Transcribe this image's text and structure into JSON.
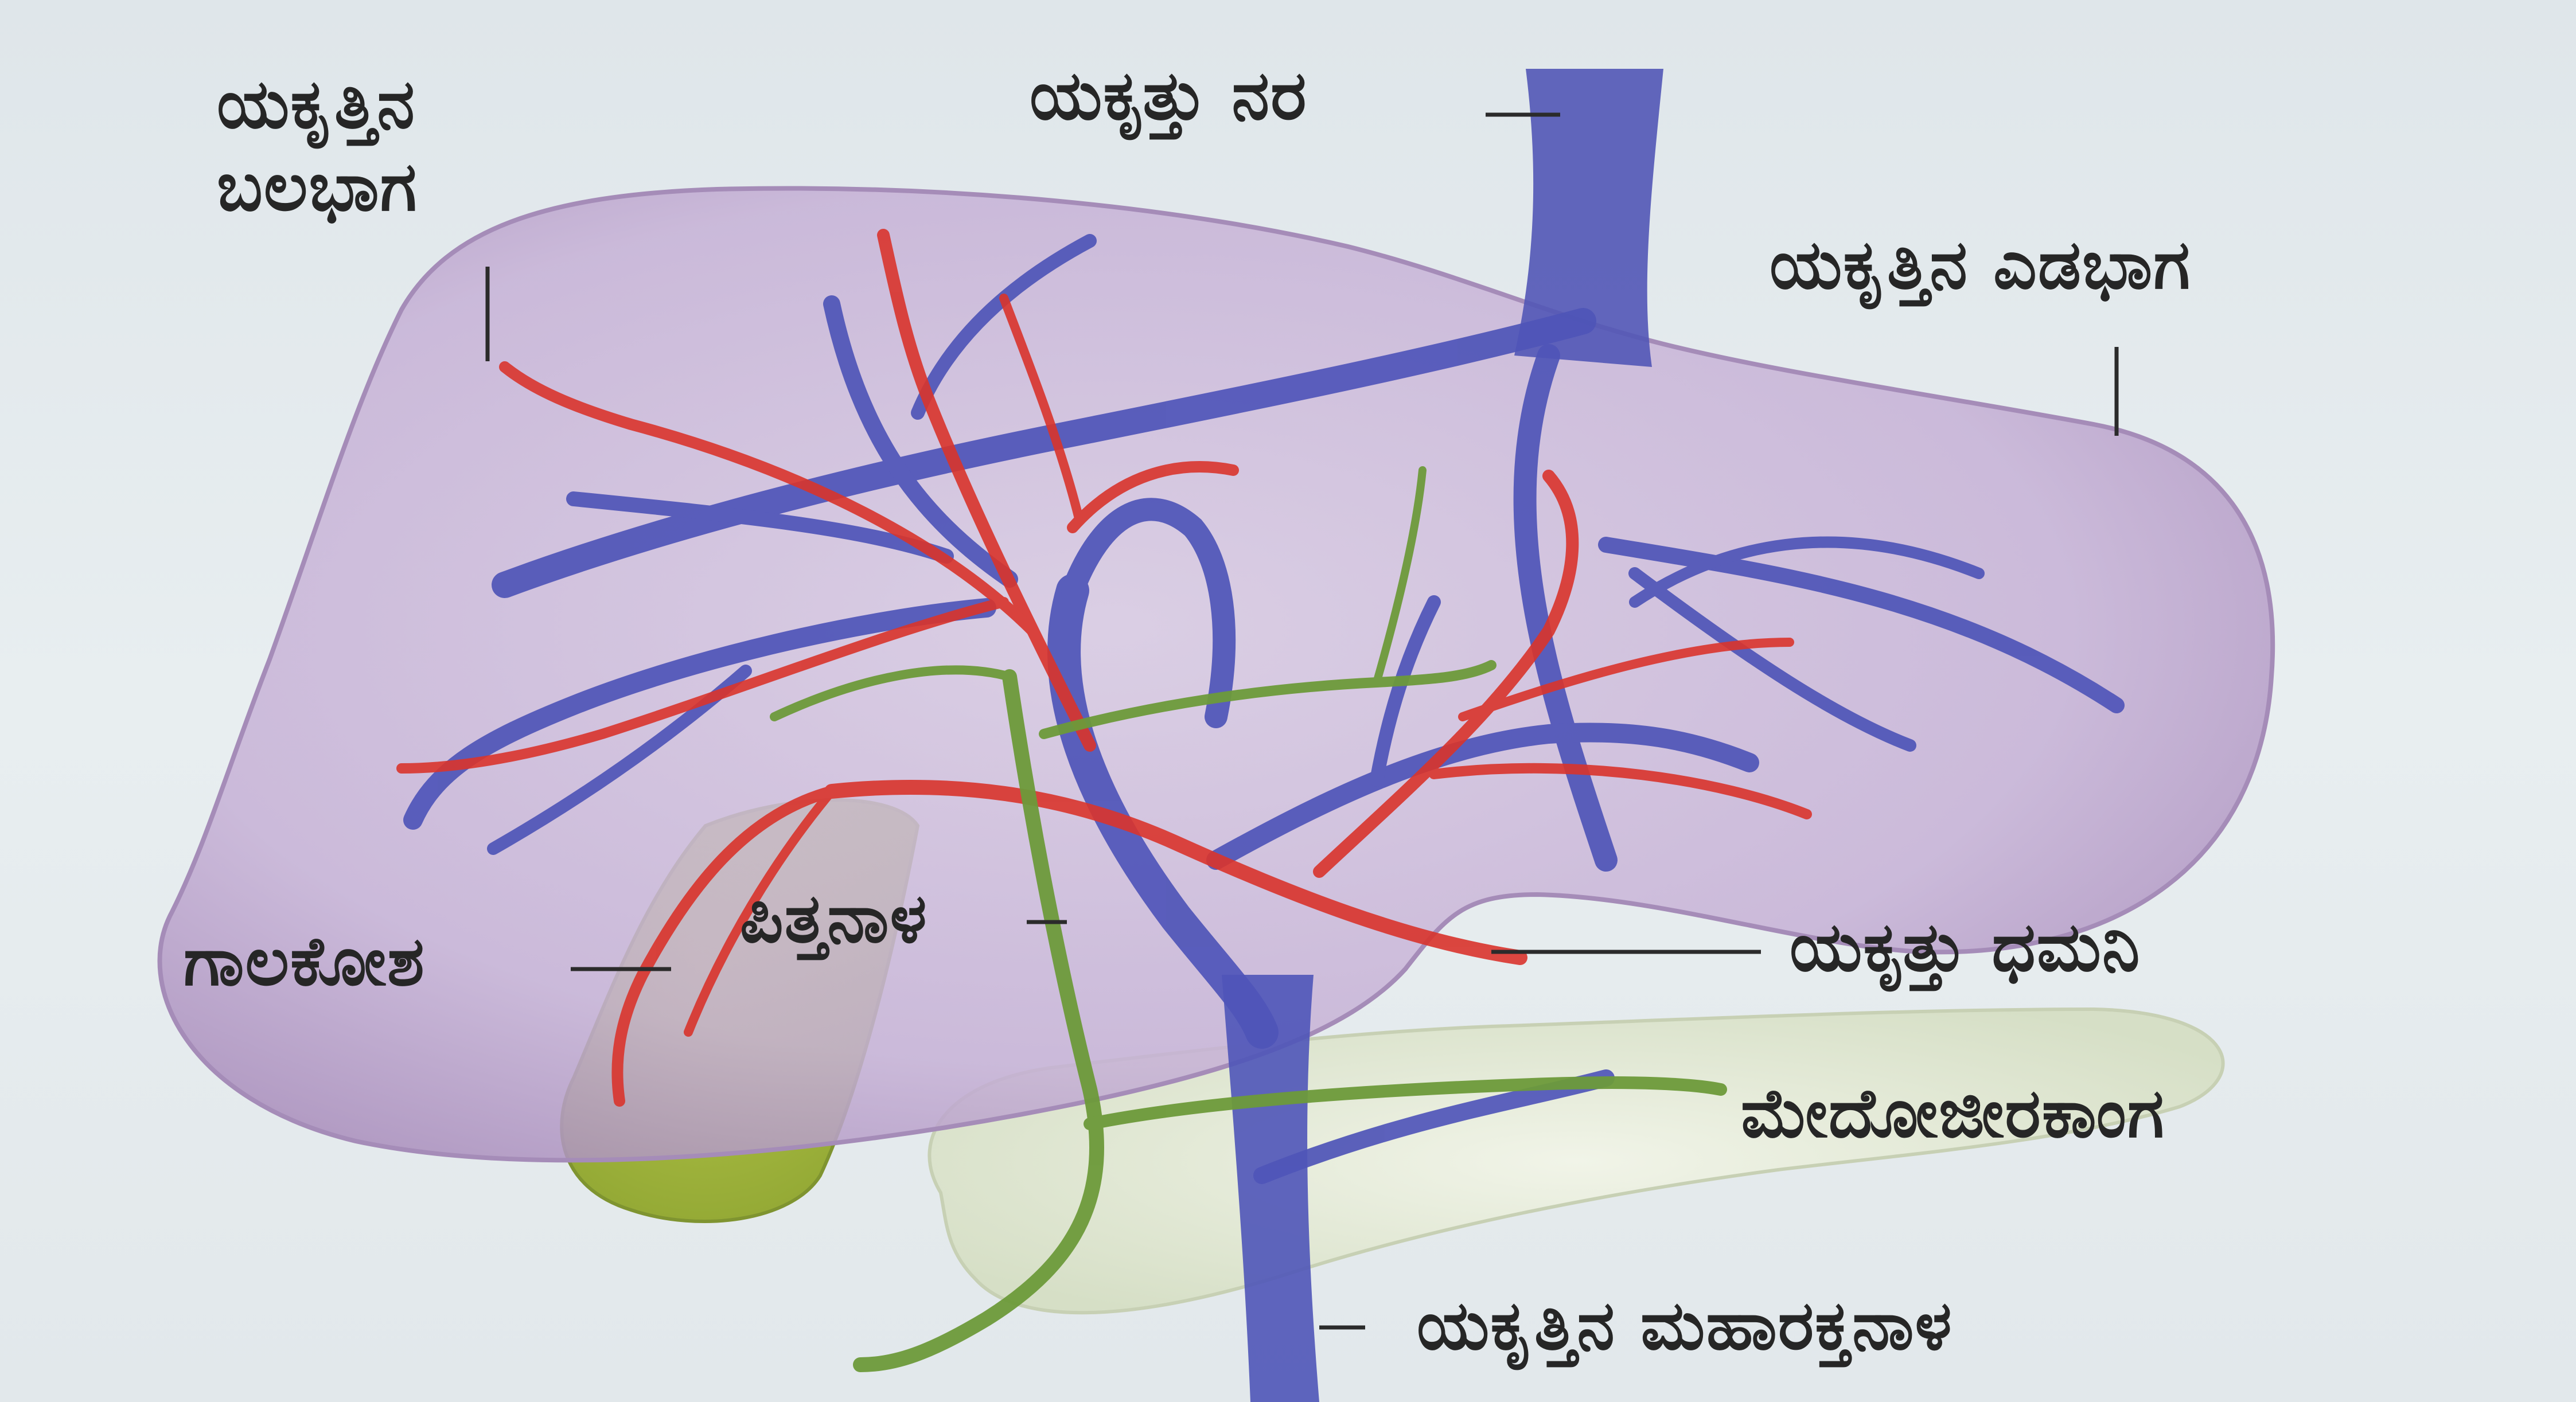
{
  "labels": {
    "right_lobe_line1": "ಯಕೃತ್ತಿನ",
    "right_lobe_line2": "ಬಲಭಾಗ",
    "hepatic_vein": "ಯಕೃತ್ತು ನರ",
    "left_lobe": "ಯಕೃತ್ತಿನ ಎಡಭಾಗ",
    "gall_bladder": "ಗಾಲಕೋಶ",
    "bile_duct": "ಪಿತ್ತನಾಳ",
    "hepatic_artery": "ಯಕೃತ್ತು ಧಮನಿ",
    "pancreas": "ಮೇದೋಜೀರಕಾಂಗ",
    "inferior_vena_cava": "ಯಕೃತ್ತಿನ ಮಹಾರಕ್ತನಾಳ"
  },
  "colors": {
    "liver": "#c8b4d6",
    "veins": "#4f55b8",
    "arteries": "#d9342c",
    "bile_duct": "#6d9a3a",
    "gall_bladder": "#a2b83e",
    "pancreas": "#e4ead8",
    "label_text": "#262626"
  }
}
